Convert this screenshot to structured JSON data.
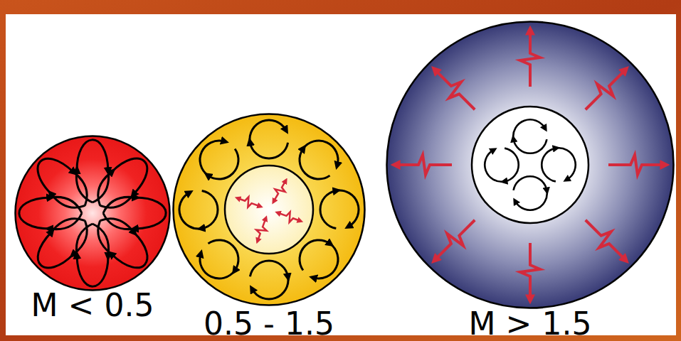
{
  "diagram": {
    "nodes": [
      {
        "text": [
          "M < 0.5"
        ]
      },
      {
        "text": [
          "0.5 - 1.5"
        ]
      },
      {
        "text": [
          "M > 1.5"
        ]
      }
    ]
  }
}
